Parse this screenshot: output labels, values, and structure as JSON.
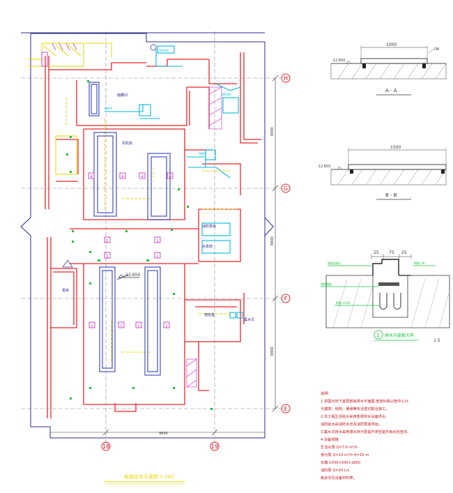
{
  "colors": {
    "wall": "#e8262b",
    "outline": "#2b2b8f",
    "equip": "#1f2db0",
    "duct_cyan": "#00b7d8",
    "yellow": "#e6d400",
    "green": "#19c23a",
    "magenta": "#c01fc0",
    "dim": "#333333",
    "grid": "#8a8a8a"
  },
  "plan": {
    "grid_labels": [
      "H",
      "G",
      "F",
      "E",
      "18",
      "19"
    ],
    "level_label": "-12.650",
    "title": "局部给水平面图 1:100",
    "room_labels": [
      "储藏间",
      "风机房",
      "泵房",
      "消防泵房",
      "水泵房",
      "值班室",
      "集水坑"
    ],
    "fixture_tags": [
      "4",
      "4",
      "4",
      "4",
      "1",
      "1",
      "1",
      "1",
      "1",
      "1",
      "1",
      "1"
    ],
    "dims": [
      "8400",
      "8400",
      "8400",
      "9600"
    ]
  },
  "section_aa": {
    "level": "-12.650",
    "width": "1000",
    "title": "A - A"
  },
  "section_bb": {
    "level": "-12.650",
    "width": "1500",
    "title": "B - B"
  },
  "detail": {
    "dims": [
      "25",
      "75",
      "25"
    ],
    "labels": [
      "钢筋混凝土",
      "预埋钢板",
      "钢管 ∅100",
      "钢筋 ∅8"
    ],
    "circle": "1",
    "title": "排水沟盖板大样",
    "scale": "1:5"
  },
  "notes": {
    "heading": "说明:",
    "lines": [
      "1.本图为地下室局部给排水平面图,管道标高以管中心计,",
      "   与建筑、结构、暖通等专业密切配合施工。",
      "2.本工程生活给水采用变频供水设备供水,",
      "   消防给水由消防水池及消防泵房供给。",
      "3.集水坑排水采用潜水排污泵提升排至室外雨水检查井。",
      "4.设备规格:",
      "   生活水泵 Q=7.0 m³/h",
      "   排污泵 Q=10 m³/h H=15 m",
      "   水箱 1000×500×1800",
      "   消防泵 Q=20 L/s",
      "   其余详见设备材料表。"
    ]
  }
}
